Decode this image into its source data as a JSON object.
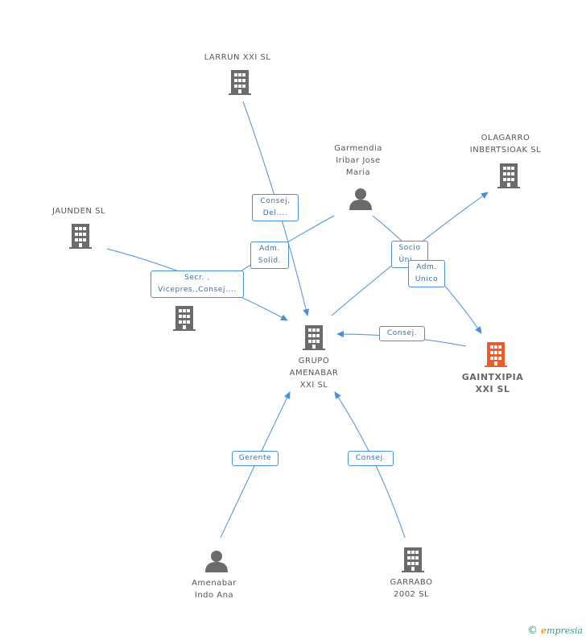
{
  "colors": {
    "edge": "#4a90d9",
    "building": "#6b6b6b",
    "focus_building": "#f05a28",
    "person": "#6b6b6b"
  },
  "nodes": {
    "larrun": {
      "label": "LARRUN XXI SL",
      "icon": "building-icon"
    },
    "garmendia": {
      "label_lines": [
        "Garmendia",
        "Iribar Jose",
        "Maria"
      ],
      "icon": "person-icon"
    },
    "olagarro": {
      "label_lines": [
        "OLAGARRO",
        "INBERTSIOAK SL"
      ],
      "icon": "building-icon"
    },
    "jaunden": {
      "label": "JAUNDEN SL",
      "icon": "building-icon"
    },
    "unlabeled": {
      "icon": "building-icon"
    },
    "grupo": {
      "label_lines": [
        "GRUPO",
        "AMENABAR",
        "XXI SL"
      ],
      "icon": "building-icon"
    },
    "gaintxipia": {
      "label_lines": [
        "GAINTXIPIA",
        "XXI SL"
      ],
      "icon": "building-icon"
    },
    "amenabar": {
      "label_lines": [
        "Amenabar",
        "Indo Ana"
      ],
      "icon": "person-icon"
    },
    "garrabo": {
      "label_lines": [
        "GARRABO",
        "2002 SL"
      ],
      "icon": "building-icon"
    }
  },
  "edges": {
    "consej_del": [
      "Consej.",
      "Del...."
    ],
    "adm_solid": [
      "Adm.",
      "Solid."
    ],
    "secr": [
      "Secr. ,",
      "Vicepres.,Consej...."
    ],
    "socio": [
      "Socio",
      "Úni..."
    ],
    "adm_unico": [
      "Adm.",
      "Unico"
    ],
    "consej_gaintxipia": "Consej.",
    "gerente": "Gerente",
    "consej_garrabo": "Consej."
  },
  "footer": {
    "copyright": "©",
    "brand_initial": "e",
    "brand_rest": "mpresia"
  }
}
